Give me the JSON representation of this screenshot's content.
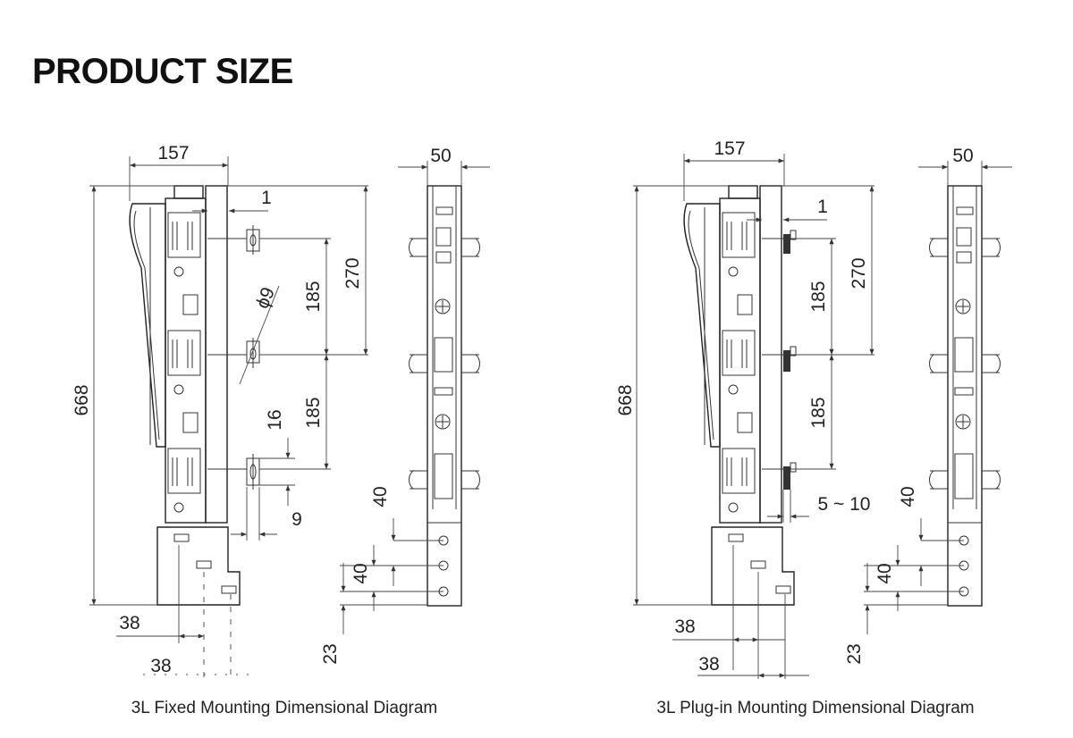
{
  "page_title": "PRODUCT SIZE",
  "diagrams": [
    {
      "caption": "3L Fixed Mounting Dimensional Diagram",
      "side_view": {
        "width": "157",
        "height": "668",
        "offset": "1",
        "hole_diameter": "ϕ9",
        "pitch_upper": "185",
        "pitch_lower": "185",
        "span": "270",
        "slot_height": "16",
        "slot_width": "9",
        "foot_offset_1": "38",
        "foot_offset_2": "38"
      },
      "front_view": {
        "width": "50",
        "hole_pitch_1": "40",
        "hole_pitch_2": "40",
        "bottom_offset": "23"
      }
    },
    {
      "caption": "3L Plug-in Mounting Dimensional Diagram",
      "side_view": {
        "width": "157",
        "height": "668",
        "offset": "1",
        "pitch_upper": "185",
        "pitch_lower": "185",
        "span": "270",
        "clearance": "5 ~ 10",
        "foot_offset_1": "38",
        "foot_offset_2": "38"
      },
      "front_view": {
        "width": "50",
        "hole_pitch_1": "40",
        "hole_pitch_2": "40",
        "bottom_offset": "23"
      }
    }
  ]
}
